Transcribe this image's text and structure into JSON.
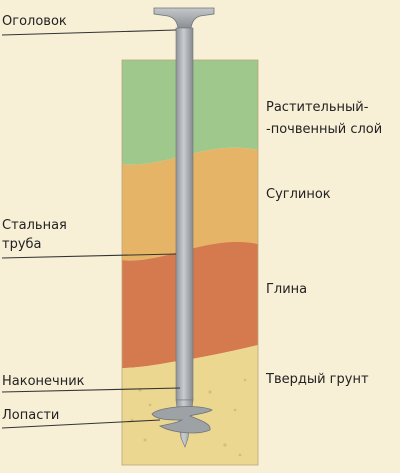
{
  "labels_left": {
    "head": "Оголовок",
    "steel_pipe_line1": "Стальная",
    "steel_pipe_line2": "труба",
    "tip": "Наконечник",
    "blades": "Лопасти"
  },
  "labels_right": {
    "topsoil_line1": "Растительный-",
    "topsoil_line2": "-почвенный слой",
    "loam": "Суглинок",
    "clay": "Глина",
    "hard_soil": "Твердый грунт"
  },
  "colors": {
    "background": "#f7efd6",
    "topsoil": "#9fc98c",
    "loam": "#e6b466",
    "clay": "#d47a4e",
    "hard_soil": "#ecd791",
    "pile": "#a9aeb2",
    "leader_line": "#333333"
  }
}
